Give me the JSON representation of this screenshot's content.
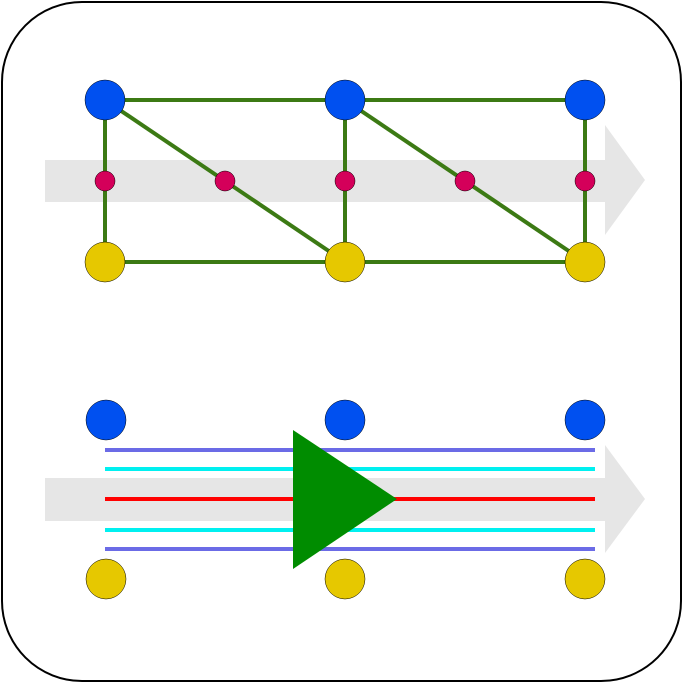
{
  "colors": {
    "background": "#ffffff",
    "frame_stroke": "#000000",
    "flow_arrow": "#e6e6e6",
    "blue_node": "#0050f0",
    "yellow_node": "#e6c800",
    "magenta_node": "#d4005a",
    "green_edge": "#3c7a14",
    "blue_line": "#6b6be6",
    "cyan_line": "#00f0f0",
    "red_line": "#ff0000",
    "play_triangle": "#008c00"
  },
  "icons": {
    "frame": "rounded-square-frame",
    "arrow": "flow-arrow-icon",
    "play": "play-triangle-icon"
  },
  "diagram": {
    "top_panel": {
      "blue_nodes": 3,
      "yellow_nodes": 3,
      "midpoint_nodes": 5,
      "edges": "ladder-with-diagonals"
    },
    "bottom_panel": {
      "blue_nodes": 3,
      "yellow_nodes": 3,
      "lines": [
        "blue",
        "cyan",
        "red",
        "cyan",
        "blue"
      ]
    }
  }
}
